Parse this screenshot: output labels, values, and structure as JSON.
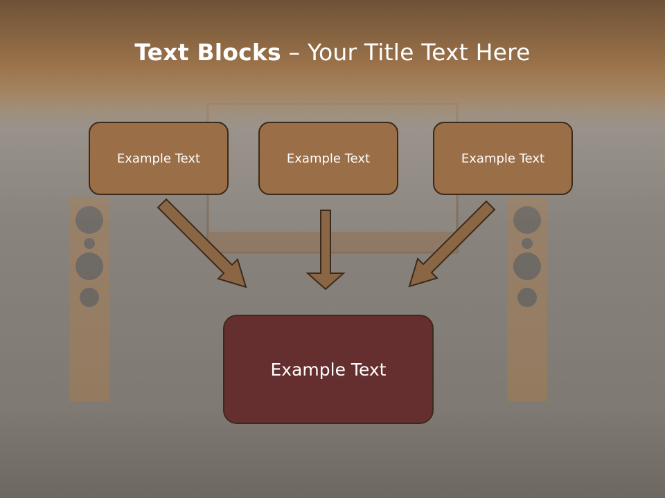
{
  "slide": {
    "title_bold": "Text Blocks",
    "title_dash": " – ",
    "title_rest": "Your Title Text Here",
    "boxes": [
      "Example Text",
      "Example Text",
      "Example Text"
    ],
    "main_box": "Example Text"
  },
  "colors": {
    "header_brown": "#7a5838",
    "box_fill": "#9a6e47",
    "main_box_fill": "#652f2f",
    "border": "#3b2a1c",
    "arrow_fill": "#8a6644"
  },
  "icons": [
    "arrow-down-right-icon",
    "arrow-down-icon",
    "arrow-down-left-icon"
  ]
}
